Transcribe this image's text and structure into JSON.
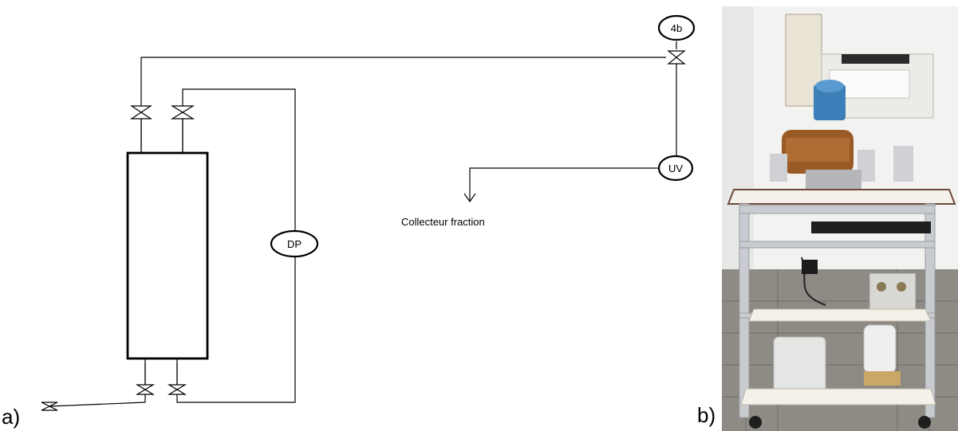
{
  "panels": {
    "a": "a)",
    "b": "b)"
  },
  "instruments": {
    "top_right": "4b",
    "uv": "UV",
    "dp": "DP"
  },
  "annotations": {
    "outlet": "Collecteur fraction"
  },
  "photo": {
    "subject": "lab-rig-photo"
  },
  "colors": {
    "line": "#000000",
    "frame": "#c8cbd0",
    "table_top": "#f4f1ea",
    "table_edge": "#6b4a3a",
    "wall": "#f5f5f3",
    "floor": "#8b8680"
  }
}
